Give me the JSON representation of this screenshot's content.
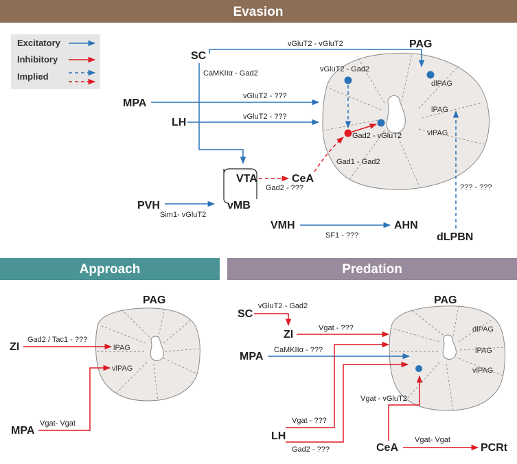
{
  "colors": {
    "excitatory": "#2a73b8",
    "inhibitory": "#e01b24",
    "evasion_banner": "#8b6e55",
    "approach_banner": "#4a9495",
    "predation_banner": "#998a9d",
    "pag_fill": "#ece9e6"
  },
  "banners": {
    "evasion": "Evasion",
    "approach": "Approach",
    "predation": "Predation"
  },
  "legend": {
    "excitatory": "Excitatory",
    "inhibitory": "Inhibitory",
    "implied": "Implied"
  },
  "evasion": {
    "nodes": {
      "sc": "SC",
      "pag": "PAG",
      "mpa": "MPA",
      "lh": "LH",
      "vta": "VTA",
      "cea": "CeA",
      "vmb": "vMB",
      "pvh": "PVH",
      "vmh": "VMH",
      "ahn": "AHN",
      "dlpbn": "dLPBN"
    },
    "regions": {
      "dlpag": "dlPAG",
      "lpag": "lPAG",
      "vlpag": "vlPAG"
    },
    "labels": {
      "sc_pag": "vGluT2 - vGluT2",
      "sc_vta": "CaMKIIα - Gad2",
      "mpa_pag": "vGluT2 - ???",
      "lh_pag": "vGluT2 - ???",
      "inner_top": "vGluT2 - Gad2",
      "inner_mid": "Gad2 - vGluT2",
      "inner_cea": "Gad1 - Gad2",
      "vta_cea": "Gad2 - ???",
      "pvh_vmb": "Sim1- vGluT2",
      "vmh_ahn": "SF1 - ???",
      "dlpbn_pag": "??? - ???"
    }
  },
  "approach": {
    "nodes": {
      "pag": "PAG",
      "zi": "ZI",
      "mpa": "MPA"
    },
    "regions": {
      "lpag": "lPAG",
      "vlpag": "vlPAG"
    },
    "labels": {
      "zi_pag": "Gad2 / Tac1 - ???",
      "mpa_pag": "Vgat- Vgat"
    }
  },
  "predation": {
    "nodes": {
      "sc": "SC",
      "zi": "ZI",
      "pag": "PAG",
      "mpa": "MPA",
      "lh": "LH",
      "cea": "CeA",
      "pcrt": "PCRt"
    },
    "regions": {
      "dlpag": "dlPAG",
      "lpag": "lPAG",
      "vlpag": "vlPAG"
    },
    "labels": {
      "sc_zi": "vGluT2 - Gad2",
      "zi_pag": "Vgat - ???",
      "mpa_pag": "CaMKIIα - ???",
      "lh_vgat": "Vgat - ???",
      "lh_gad2": "Gad2 - ???",
      "cea_pag": "Vgat - vGluT2",
      "cea_pcrt": "Vgat- Vgat"
    }
  }
}
